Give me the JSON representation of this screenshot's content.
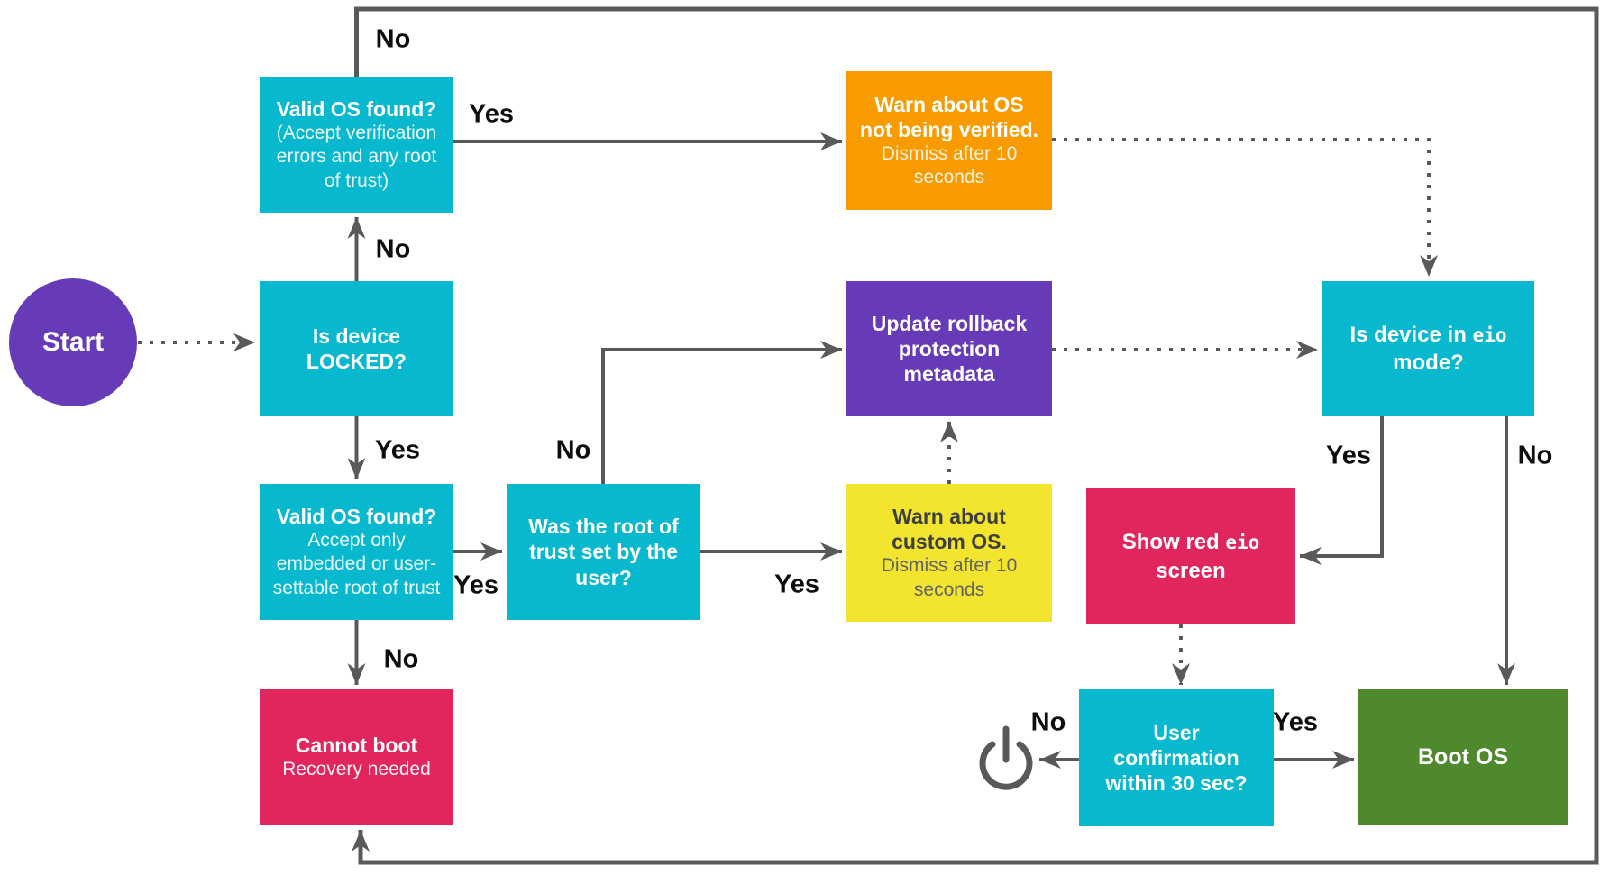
{
  "diagram": {
    "colors": {
      "cyan": "#07B8CE",
      "purple": "#673AB7",
      "orange": "#F89B00",
      "yellow": "#F3E42E",
      "pink": "#E0265C",
      "green": "#4E8A2D",
      "line_gray": "#58595B",
      "label_text": "#0D0D0D",
      "background": "#FFFFFF"
    },
    "nodes": {
      "start": {
        "label": "Start"
      },
      "locked": {
        "title": "Is device LOCKED?"
      },
      "valid_os_any": {
        "title": "Valid OS found?",
        "subtitle": "(Accept verification errors and any root of trust)"
      },
      "warn_unverified": {
        "title": "Warn about OS not being verified.",
        "subtitle": "Dismiss after 10 seconds"
      },
      "valid_os_user": {
        "title": "Valid OS found?",
        "subtitle": "Accept only embedded or user-settable root of trust"
      },
      "cannot_boot": {
        "title": "Cannot boot",
        "subtitle": "Recovery needed"
      },
      "was_root": {
        "title": "Was the root of trust set by the user?"
      },
      "update_rollback": {
        "title": "Update rollback protection metadata"
      },
      "warn_custom": {
        "title": "Warn about custom OS.",
        "subtitle": "Dismiss after 10 seconds"
      },
      "eio_check": {
        "prefix": "Is device in ",
        "code": "eio",
        "suffix": " mode?"
      },
      "show_red": {
        "prefix": "Show red ",
        "code": "eio",
        "suffix": " screen"
      },
      "user_conf": {
        "title": "User confirmation within 30 sec?"
      },
      "boot_os": {
        "title": "Boot OS"
      }
    },
    "edge_labels": {
      "no_perimeter": "No",
      "no_locked": "No",
      "yes_locked": "Yes",
      "yes_valid_any": "Yes",
      "yes_valid_user": "Yes",
      "no_valid_user": "No",
      "no_was_root": "No",
      "yes_was_root": "Yes",
      "yes_eio": "Yes",
      "no_eio": "No",
      "no_user_conf": "No",
      "yes_user_conf": "Yes"
    },
    "icons": {
      "power": "power-off-icon"
    }
  }
}
